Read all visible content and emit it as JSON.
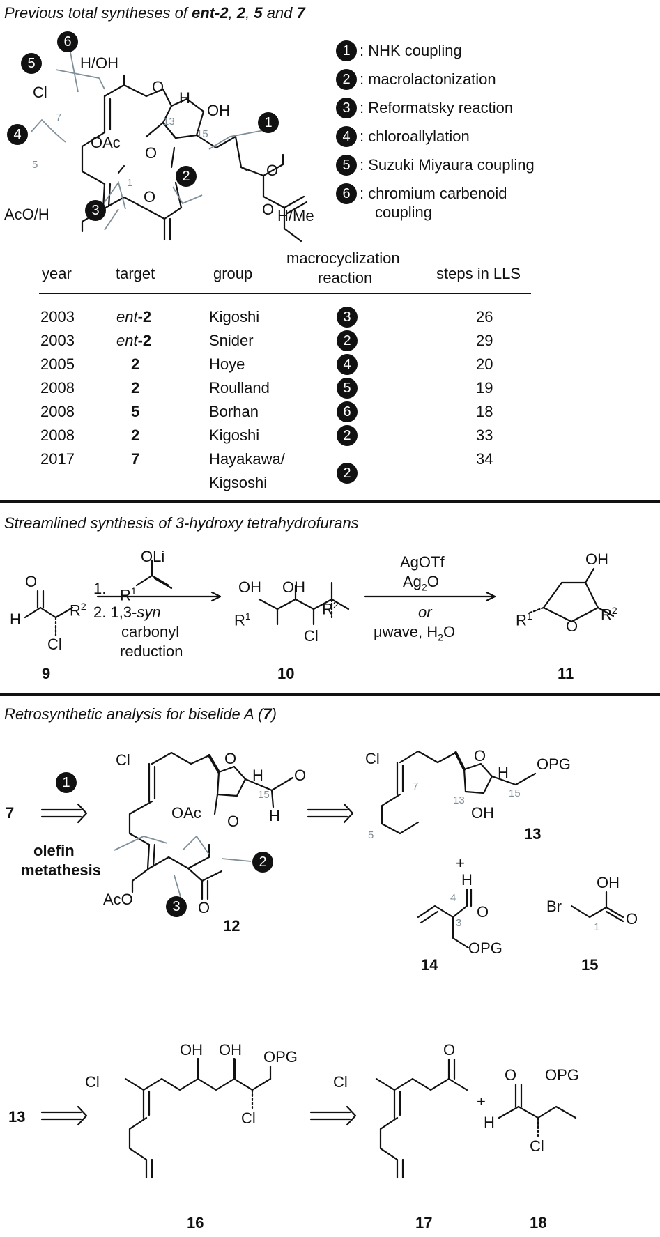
{
  "sections": {
    "previous_header_parts": [
      "Previous total syntheses of ",
      "ent",
      "-",
      "2",
      ", ",
      "2",
      ", ",
      "5",
      " and ",
      "7"
    ],
    "streamlined_header": "Streamlined synthesis of 3-hydroxy tetrahydrofurans",
    "retro_header_parts": [
      "Retrosynthetic analysis for biselide A (",
      "7",
      ")"
    ]
  },
  "legend": [
    {
      "n": "1",
      "label": ": NHK coupling"
    },
    {
      "n": "2",
      "label": ": macrolactonization"
    },
    {
      "n": "3",
      "label": ": Reformatsky reaction"
    },
    {
      "n": "4",
      "label": ": chloroallylation"
    },
    {
      "n": "5",
      "label": ": Suzuki Miyaura coupling"
    },
    {
      "n": "6",
      "label": ": chromium carbenoid"
    },
    {
      "n": "",
      "label": "coupling"
    }
  ],
  "table": {
    "headers": [
      "year",
      "target",
      "group",
      "macrocyclization",
      "reaction",
      "steps in LLS"
    ],
    "rows": [
      {
        "year": "2003",
        "target_pre": "ent",
        "target_post": "-2",
        "group": "Kigoshi",
        "group2": "",
        "rxn": "3",
        "steps": "26"
      },
      {
        "year": "2003",
        "target_pre": "ent",
        "target_post": "-2",
        "group": "Snider",
        "group2": "",
        "rxn": "2",
        "steps": "29"
      },
      {
        "year": "2005",
        "target_pre": "",
        "target_post": "2",
        "group": "Hoye",
        "group2": "",
        "rxn": "4",
        "steps": "20"
      },
      {
        "year": "2008",
        "target_pre": "",
        "target_post": "2",
        "group": "Roulland",
        "group2": "",
        "rxn": "5",
        "steps": "19"
      },
      {
        "year": "2008",
        "target_pre": "",
        "target_post": "5",
        "group": "Borhan",
        "group2": "",
        "rxn": "6",
        "steps": "18"
      },
      {
        "year": "2008",
        "target_pre": "",
        "target_post": "2",
        "group": "Kigoshi",
        "group2": "",
        "rxn": "2",
        "steps": "33"
      },
      {
        "year": "2017",
        "target_pre": "",
        "target_post": "7",
        "group": "Hayakawa/",
        "group2": "Kigsoshi",
        "rxn": "2",
        "steps": "34"
      }
    ]
  },
  "macrocycle_top": {
    "atoms": {
      "hoh": "H/OH",
      "cl": "Cl",
      "o_ring": "O",
      "h": "H",
      "oh": "OH",
      "oac": "OAc",
      "o_ester": "O",
      "o_carbonyl": "O",
      "o_acid": "O",
      "o_acid2": "O",
      "h_me": "H/Me",
      "aco_h": "AcO/H"
    },
    "nums": {
      "n13": "13",
      "n15": "15",
      "n7": "7",
      "n5": "5",
      "n1": "1"
    },
    "bubbles": {
      "b1": "1",
      "b2": "2",
      "b3": "3",
      "b4": "4",
      "b5": "5",
      "b6": "6"
    }
  },
  "scheme2": {
    "step1": "1.",
    "oli": "OLi",
    "r1": "R",
    "sup1": "1",
    "step2_pre": "2. 1,3-",
    "step2_it": "syn",
    "step2b": "carbonyl",
    "step2c": "reduction",
    "reagent_a": "AgOTf",
    "reagent_b_pre": "Ag",
    "reagent_b_sub": "2",
    "reagent_b_post": "O",
    "or": "or",
    "micro": "μwave, H",
    "micro_sub": "2",
    "micro_post": "O",
    "c9": {
      "o": "O",
      "h": "H",
      "r2": "R",
      "sup2": "2",
      "cl": "Cl",
      "label": "9"
    },
    "c10": {
      "oh1": "OH",
      "oh2": "OH",
      "r1": "R",
      "sup1": "1",
      "r2": "R",
      "sup2": "2",
      "cl": "Cl",
      "label": "10"
    },
    "c11": {
      "oh": "OH",
      "r1": "R",
      "sup1": "1",
      "o": "O",
      "r2": "R",
      "sup2": "2",
      "label": "11"
    }
  },
  "scheme3": {
    "seven": "7",
    "metathesis1": "olefin",
    "metathesis2": "metathesis",
    "bubble1": "1",
    "c12": {
      "cl": "Cl",
      "o": "O",
      "h": "H",
      "o_ald": "O",
      "h_ald": "H",
      "oac": "OAc",
      "o_est": "O",
      "o_co": "O",
      "aco": "AcO",
      "n15": "15",
      "b2": "2",
      "b3": "3",
      "label": "12"
    },
    "c13": {
      "cl": "Cl",
      "o": "O",
      "h": "H",
      "opg": "OPG",
      "n7": "7",
      "n13": "13",
      "n15": "15",
      "oh": "OH",
      "n5": "5",
      "label": "13"
    },
    "plus1": "+",
    "c14": {
      "h": "H",
      "o": "O",
      "n4": "4",
      "n3": "3",
      "opg": "OPG",
      "label": "14"
    },
    "c15": {
      "oh": "OH",
      "br": "Br",
      "o": "O",
      "n1": "1",
      "label": "15"
    }
  },
  "scheme4": {
    "thirteen": "13",
    "c16": {
      "cl": "Cl",
      "oh1": "OH",
      "oh2": "OH",
      "opg": "OPG",
      "cl2": "Cl",
      "label": "16"
    },
    "c17": {
      "cl": "Cl",
      "o": "O",
      "label": "17"
    },
    "plus": "+",
    "c18": {
      "o": "O",
      "opg": "OPG",
      "h": "H",
      "cl": "Cl",
      "label": "18"
    }
  }
}
